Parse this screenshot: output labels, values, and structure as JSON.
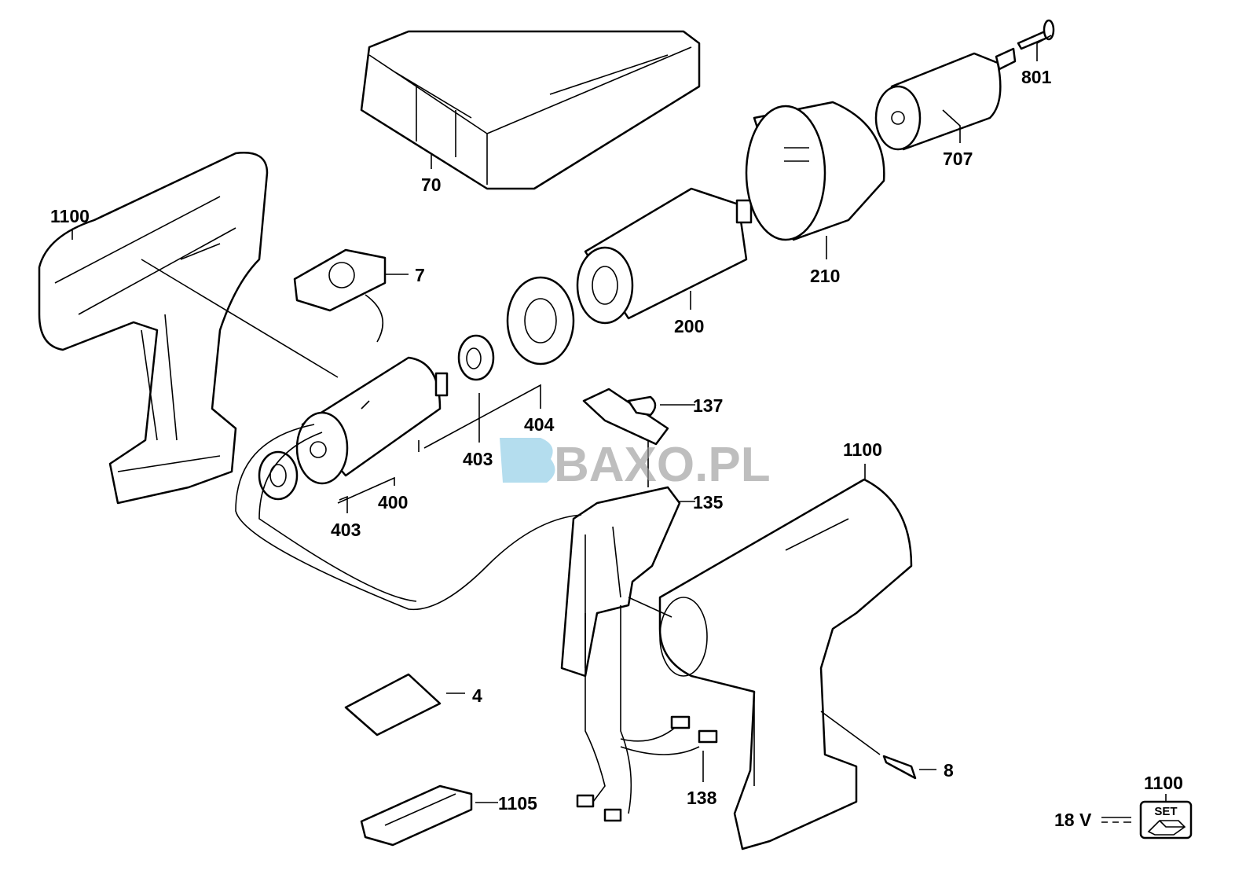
{
  "diagram": {
    "title": "Cordless drill 18 V exploded parts view",
    "labels": {
      "p801": "801",
      "p707": "707",
      "p70": "70",
      "p1100_left": "1100",
      "p7": "7",
      "p210": "210",
      "p200": "200",
      "p137": "137",
      "p404": "404",
      "p403_a": "403",
      "p400": "400",
      "p403_b": "403",
      "p1100_right": "1100",
      "p135": "135",
      "p4": "4",
      "p8": "8",
      "p138": "138",
      "p1105": "1105",
      "p1100_set": "1100"
    },
    "voltage": "18 V",
    "set_badge": "SET",
    "watermark": "BAXO.PL",
    "colors": {
      "watermark_gray": "#9a9a9a",
      "watermark_blue": "#a8d8ec"
    }
  }
}
